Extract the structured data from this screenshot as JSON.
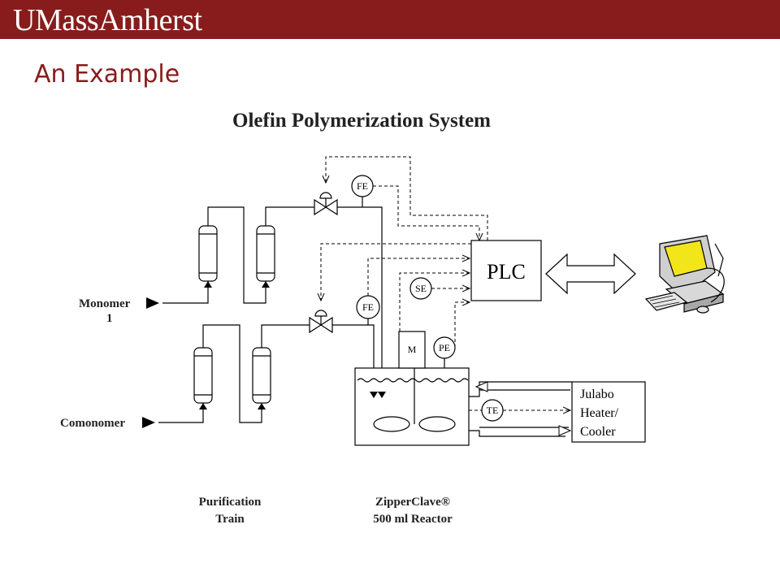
{
  "header": {
    "logo_text": "UMassAmherst",
    "brand_color": "#881c1c"
  },
  "slide": {
    "title": "An Example"
  },
  "diagram": {
    "title": "Olefin Polymerization System",
    "feeds": {
      "monomer_line1": "Monomer",
      "monomer_line2": "1",
      "comonomer": "Comonomer"
    },
    "instruments": {
      "fe_top": "FE",
      "fe_bottom": "FE",
      "se": "SE",
      "motor": "M",
      "pe": "PE",
      "te": "TE"
    },
    "plc": "PLC",
    "chiller": {
      "line1": "Julabo",
      "line2": "Heater/",
      "line3": "Cooler"
    },
    "captions": {
      "purification_line1": "Purification",
      "purification_line2": "Train",
      "reactor_line1": "ZipperClave®",
      "reactor_line2": "500 ml Reactor"
    },
    "computer_icon": "computer-workstation-icon",
    "computer_screen_color": "#f2e51a"
  }
}
